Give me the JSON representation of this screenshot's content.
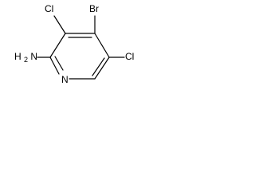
{
  "molecule": {
    "atoms": {
      "br": "Br",
      "cl_left": "Cl",
      "cl_right": "Cl",
      "n_ring": "N",
      "amine_h": "H",
      "amine_sub": "2",
      "amine_n": "N"
    },
    "bond_color": "#000000"
  }
}
